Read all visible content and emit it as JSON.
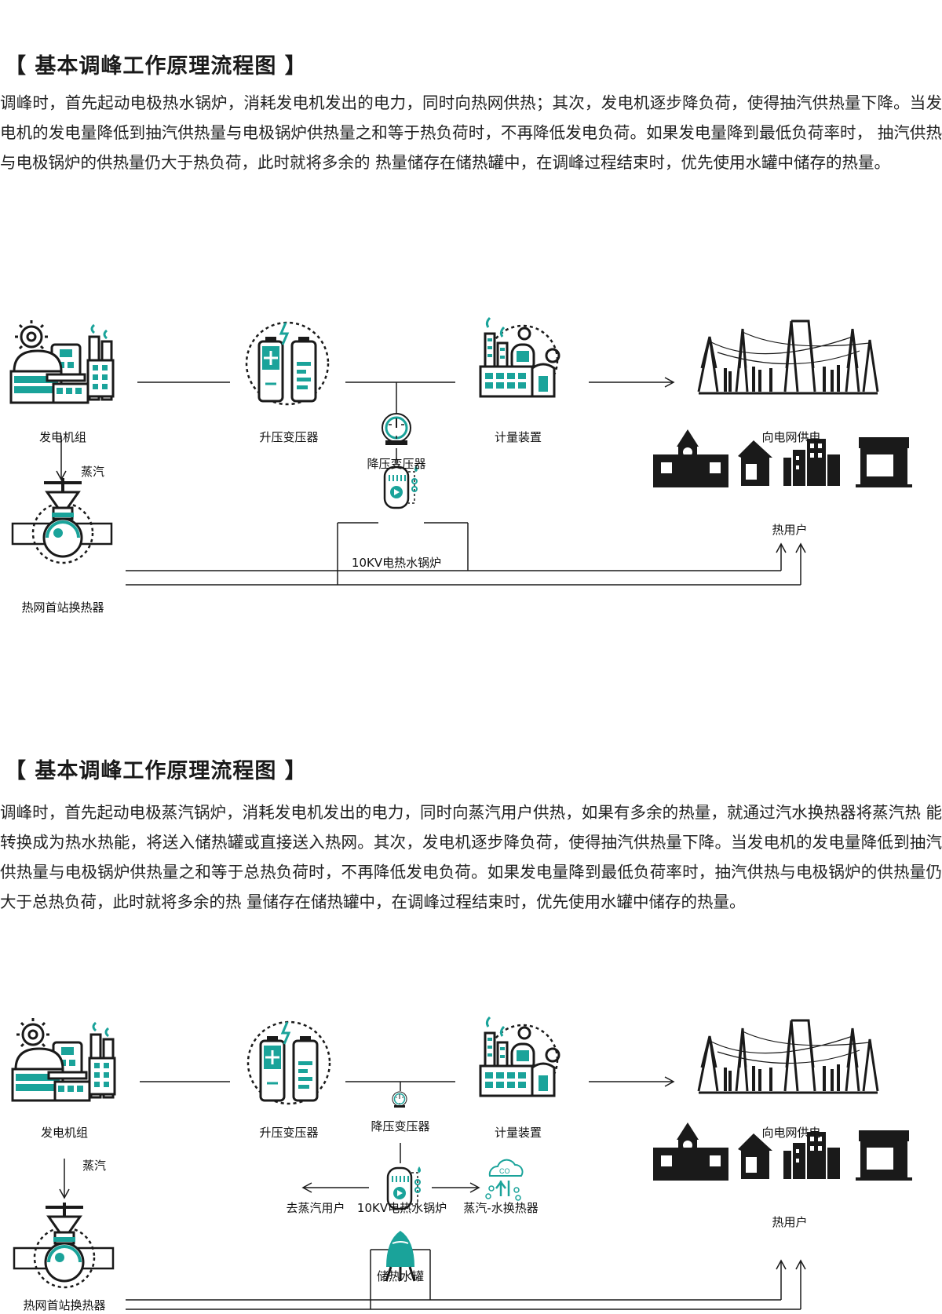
{
  "section1": {
    "heading": "【 基本调峰工作原理流程图 】",
    "paragraph": "调峰时，首先起动电极热水锅炉，消耗发电机发出的电力，同时向热网供热；其次，发电机逐步降负荷，使得抽汽供热量下降。当发电机的发电量降低到抽汽供热量与电极锅炉供热量之和等于热负荷时，不再降低发电负荷。如果发电量降到最低负荷率时， 抽汽供热与电极锅炉的供热量仍大于热负荷，此时就将多余的 热量储存在储热罐中，在调峰过程结束时，优先使用水罐中储存的热量。",
    "labels": {
      "generator": "发电机组",
      "step_up": "升压变压器",
      "metering": "计量装置",
      "grid": "向电网供电",
      "steam": "蒸汽",
      "step_down": "降压变压器",
      "heat_users": "热用户",
      "boiler": "10KV电热水锅炉",
      "exchanger": "热网首站换热器"
    }
  },
  "section2": {
    "heading": "【 基本调峰工作原理流程图 】",
    "paragraph": "调峰时，首先起动电极蒸汽锅炉，消耗发电机发出的电力，同时向蒸汽用户供热，如果有多余的热量，就通过汽水换热器将蒸汽热 能转换成为热水热能，将送入储热罐或直接送入热网。其次，发电机逐步降负荷，使得抽汽供热量下降。当发电机的发电量降低到抽汽供热量与电极锅炉供热量之和等于总热负荷时，不再降低发电负荷。如果发电量降到最低负荷率时，抽汽供热与电极锅炉的供热量仍大于总热负荷，此时就将多余的热 量储存在储热罐中，在调峰过程结束时，优先使用水罐中储存的热量。",
    "labels": {
      "generator": "发电机组",
      "step_up": "升压变压器",
      "step_down": "降压变压器",
      "metering": "计量装置",
      "grid": "向电网供电",
      "steam": "蒸汽",
      "steam_users": "去蒸汽用户",
      "boiler": "10KV电热水锅炉",
      "steam_water_exchanger": "蒸汽-水换热器",
      "heat_users": "热用户",
      "storage_tank": "储热水罐",
      "exchanger": "热网首站换热器"
    }
  },
  "co_label": "CO",
  "colors": {
    "accent": "#1aa39a",
    "ink": "#1a1a1a"
  }
}
